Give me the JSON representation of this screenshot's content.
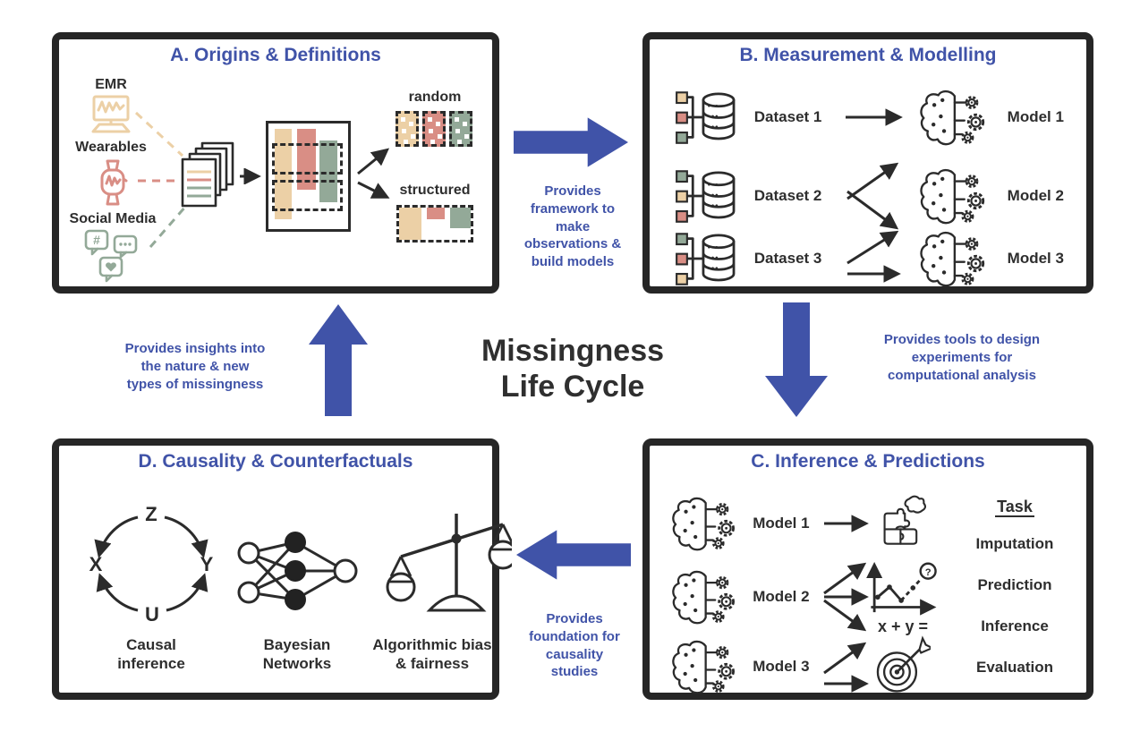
{
  "palette": {
    "accent_blue": "#4053a8",
    "tan": "#ecd0a6",
    "salmon": "#d98e85",
    "sage": "#93a998",
    "ink": "#2b2b2b"
  },
  "center": {
    "title": "Missingness\nLife Cycle"
  },
  "annotations": {
    "a_to_b": "Provides\nframework to\nmake\nobservations &\nbuild models",
    "b_to_c": "Provides tools to design\nexperiments for\ncomputational analysis",
    "c_to_d": "Provides\nfoundation for\ncausality\nstudies",
    "d_to_a": "Provides insights into\nthe nature & new\ntypes of missingness"
  },
  "panels": {
    "a": {
      "title": "A. Origins & Definitions",
      "sources": [
        {
          "label": "EMR"
        },
        {
          "label": "Wearables"
        },
        {
          "label": "Social Media"
        }
      ],
      "random_label": "random",
      "structured_label": "structured"
    },
    "b": {
      "title": "B. Measurement & Modelling",
      "rows": [
        {
          "dataset": "Dataset 1",
          "model": "Model 1"
        },
        {
          "dataset": "Dataset 2",
          "model": "Model 2"
        },
        {
          "dataset": "Dataset 3",
          "model": "Model 3"
        }
      ]
    },
    "c": {
      "title": "C. Inference & Predictions",
      "rows": [
        {
          "model": "Model 1"
        },
        {
          "model": "Model 2"
        },
        {
          "model": "Model 3"
        }
      ],
      "equation": "x + y =",
      "task_header": "Task",
      "tasks": [
        "Imputation",
        "Prediction",
        "Inference",
        "Evaluation"
      ]
    },
    "d": {
      "title": "D. Causality & Counterfactuals",
      "loop_labels": {
        "top": "Z",
        "left": "X",
        "right": "Y",
        "bottom": "U"
      },
      "items": [
        {
          "caption": "Causal\ninference"
        },
        {
          "caption": "Bayesian\nNetworks"
        },
        {
          "caption": "Algorithmic bias\n& fairness"
        }
      ]
    }
  }
}
